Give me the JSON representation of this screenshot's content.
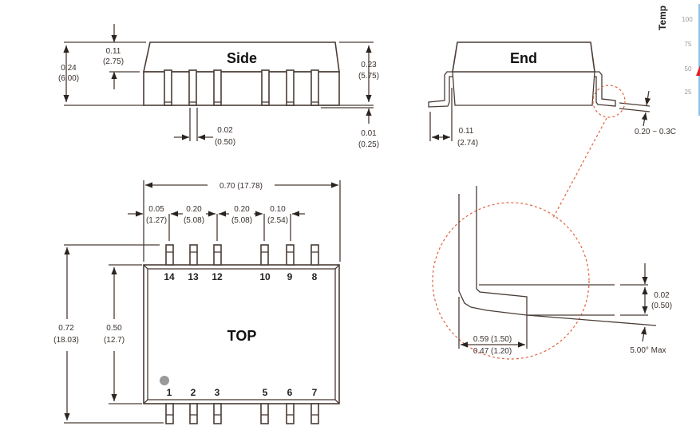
{
  "side_view": {
    "title": "Side",
    "height_total": [
      "0.24",
      "(6.00)"
    ],
    "height_upper": [
      "0.11",
      "(2.75)"
    ],
    "height_body": [
      "0.23",
      "(5.75)"
    ],
    "standoff": [
      "0.01",
      "(0.25)"
    ],
    "pin_width": [
      "0.02",
      "(0.50)"
    ]
  },
  "end_view": {
    "title": "End",
    "lead_span": [
      "0.11",
      "(2.74)"
    ],
    "lead_thickness": "0.20 ~ 0.3C"
  },
  "detail_view": {
    "lead_offset": [
      "0.02",
      "(0.50)"
    ],
    "foot_length_max": "0.59 (1.50)",
    "foot_length_min": "0.47 (1.20)",
    "angle": "5.00° Max"
  },
  "top_view": {
    "title": "TOP",
    "width": "0.70 (17.78)",
    "pitches": [
      [
        "0.05",
        "(1.27)"
      ],
      [
        "0.20",
        "(5.08)"
      ],
      [
        "0.20",
        "(5.08)"
      ],
      [
        "0.10",
        "(2.54)"
      ]
    ],
    "height_total": [
      "0.72",
      "(18.03)"
    ],
    "height_body": [
      "0.50",
      "(12.7)"
    ],
    "top_pins": [
      "14",
      "13",
      "12",
      "10",
      "9",
      "8"
    ],
    "bottom_pins": [
      "1",
      "2",
      "3",
      "5",
      "6",
      "7"
    ]
  },
  "side_chart": {
    "ylabel": "Temp",
    "ticks": [
      "100",
      "75",
      "50",
      "25"
    ]
  },
  "colors": {
    "line": "#4a3c36",
    "detail_circle": "#e0603c",
    "pin1_dot": "#999999"
  }
}
